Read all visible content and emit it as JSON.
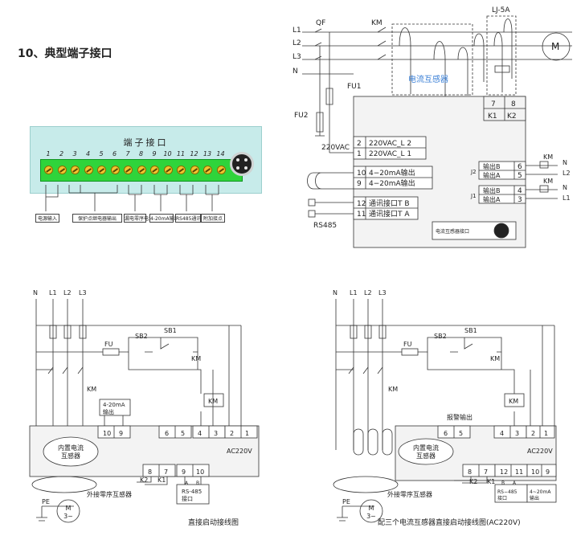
{
  "section_title": "10、典型端子接口",
  "terminal_block": {
    "title": "端子接口",
    "numbers": [
      "1",
      "2",
      "3",
      "4",
      "5",
      "6",
      "7",
      "8",
      "9",
      "10",
      "11",
      "12",
      "13",
      "14"
    ],
    "groups": [
      "电源输入",
      "保护点继电器输出",
      "漏电零序电流",
      "4-20mA输出",
      "RS485通讯",
      "附加接点"
    ]
  },
  "top_diagram": {
    "lines": [
      "L1",
      "L2",
      "L3",
      "N"
    ],
    "qf": "QF",
    "km": "KM",
    "lj": "LJ-5A",
    "motor": "M",
    "fu1": "FU1",
    "fu2": "FU2",
    "ct_label": "电流互感器",
    "ac_label": "220VAC",
    "rs485": "RS485",
    "terminals_top": [
      "7",
      "8"
    ],
    "k_labels": [
      "K1",
      "K2"
    ],
    "rows_left": [
      {
        "n": "2",
        "t": "220VAC_L 2"
      },
      {
        "n": "1",
        "t": "220VAC_L 1"
      },
      {
        "n": "10",
        "t": "4−20mA输出"
      },
      {
        "n": "9",
        "t": "4−20mA输出"
      },
      {
        "n": "12",
        "t": "通讯接口T B"
      },
      {
        "n": "11",
        "t": "通讯接口T A"
      }
    ],
    "rows_right": [
      {
        "n": "6",
        "t": "输出B"
      },
      {
        "n": "5",
        "t": "输出A"
      },
      {
        "n": "4",
        "t": "输出B"
      },
      {
        "n": "3",
        "t": "输出A"
      }
    ],
    "j_labels": [
      "J2",
      "J1"
    ],
    "km_right": [
      "KM",
      "KM"
    ],
    "out_lines": [
      "N",
      "L2",
      "N",
      "L1"
    ],
    "socket_label": "电流互感器接口"
  },
  "bottom_left": {
    "lines": [
      "N",
      "L1",
      "L2",
      "L3"
    ],
    "fu": "FU",
    "sb2": "SB2",
    "sb1": "SB1",
    "km": "KM",
    "km_side": "KM",
    "ma_box": "4-20mA\n输出",
    "top_terms": [
      "10",
      "9",
      "6",
      "5",
      "4",
      "3",
      "2",
      "1"
    ],
    "ac": "AC220V",
    "ct": "内置电流\n互感器",
    "bottom_terms": [
      "8",
      "7",
      "9",
      "10"
    ],
    "k_labels": [
      "K2",
      "K1"
    ],
    "rs485_box": "RS-485\n接口",
    "ab": [
      "A",
      "B"
    ],
    "zero_seq": "外接零序互感器",
    "pe": "PE",
    "motor": "M\n3~",
    "caption": "直接启动接线图"
  },
  "bottom_right": {
    "lines": [
      "N",
      "L1",
      "L2",
      "L3"
    ],
    "fu": "FU",
    "sb2": "SB2",
    "sb1": "SB1",
    "km": "KM",
    "km_side": "KM",
    "alarm": "报警输出",
    "top_terms": [
      "6",
      "5",
      "4",
      "3",
      "2",
      "1"
    ],
    "ac": "AC220V",
    "ct": "内置电流\n互感器",
    "bottom_terms": [
      "8",
      "7",
      "12",
      "11",
      "10",
      "9"
    ],
    "k_labels": [
      "K2",
      "K1"
    ],
    "rs485_box": "RS−485\n接口",
    "ma_box": "4~20mA\n输出",
    "ab": [
      "B",
      "A"
    ],
    "zero_seq": "外接零序互感器",
    "pe": "PE",
    "motor": "M\n3~",
    "caption": "配三个电流互感器直接启动接线图(AC220V)"
  },
  "colors": {
    "block_bg": "#c7ebea",
    "strip": "#2fd43b",
    "screw": "#f1c530",
    "ct_text": "#3a7fd6",
    "line": "#333333"
  }
}
